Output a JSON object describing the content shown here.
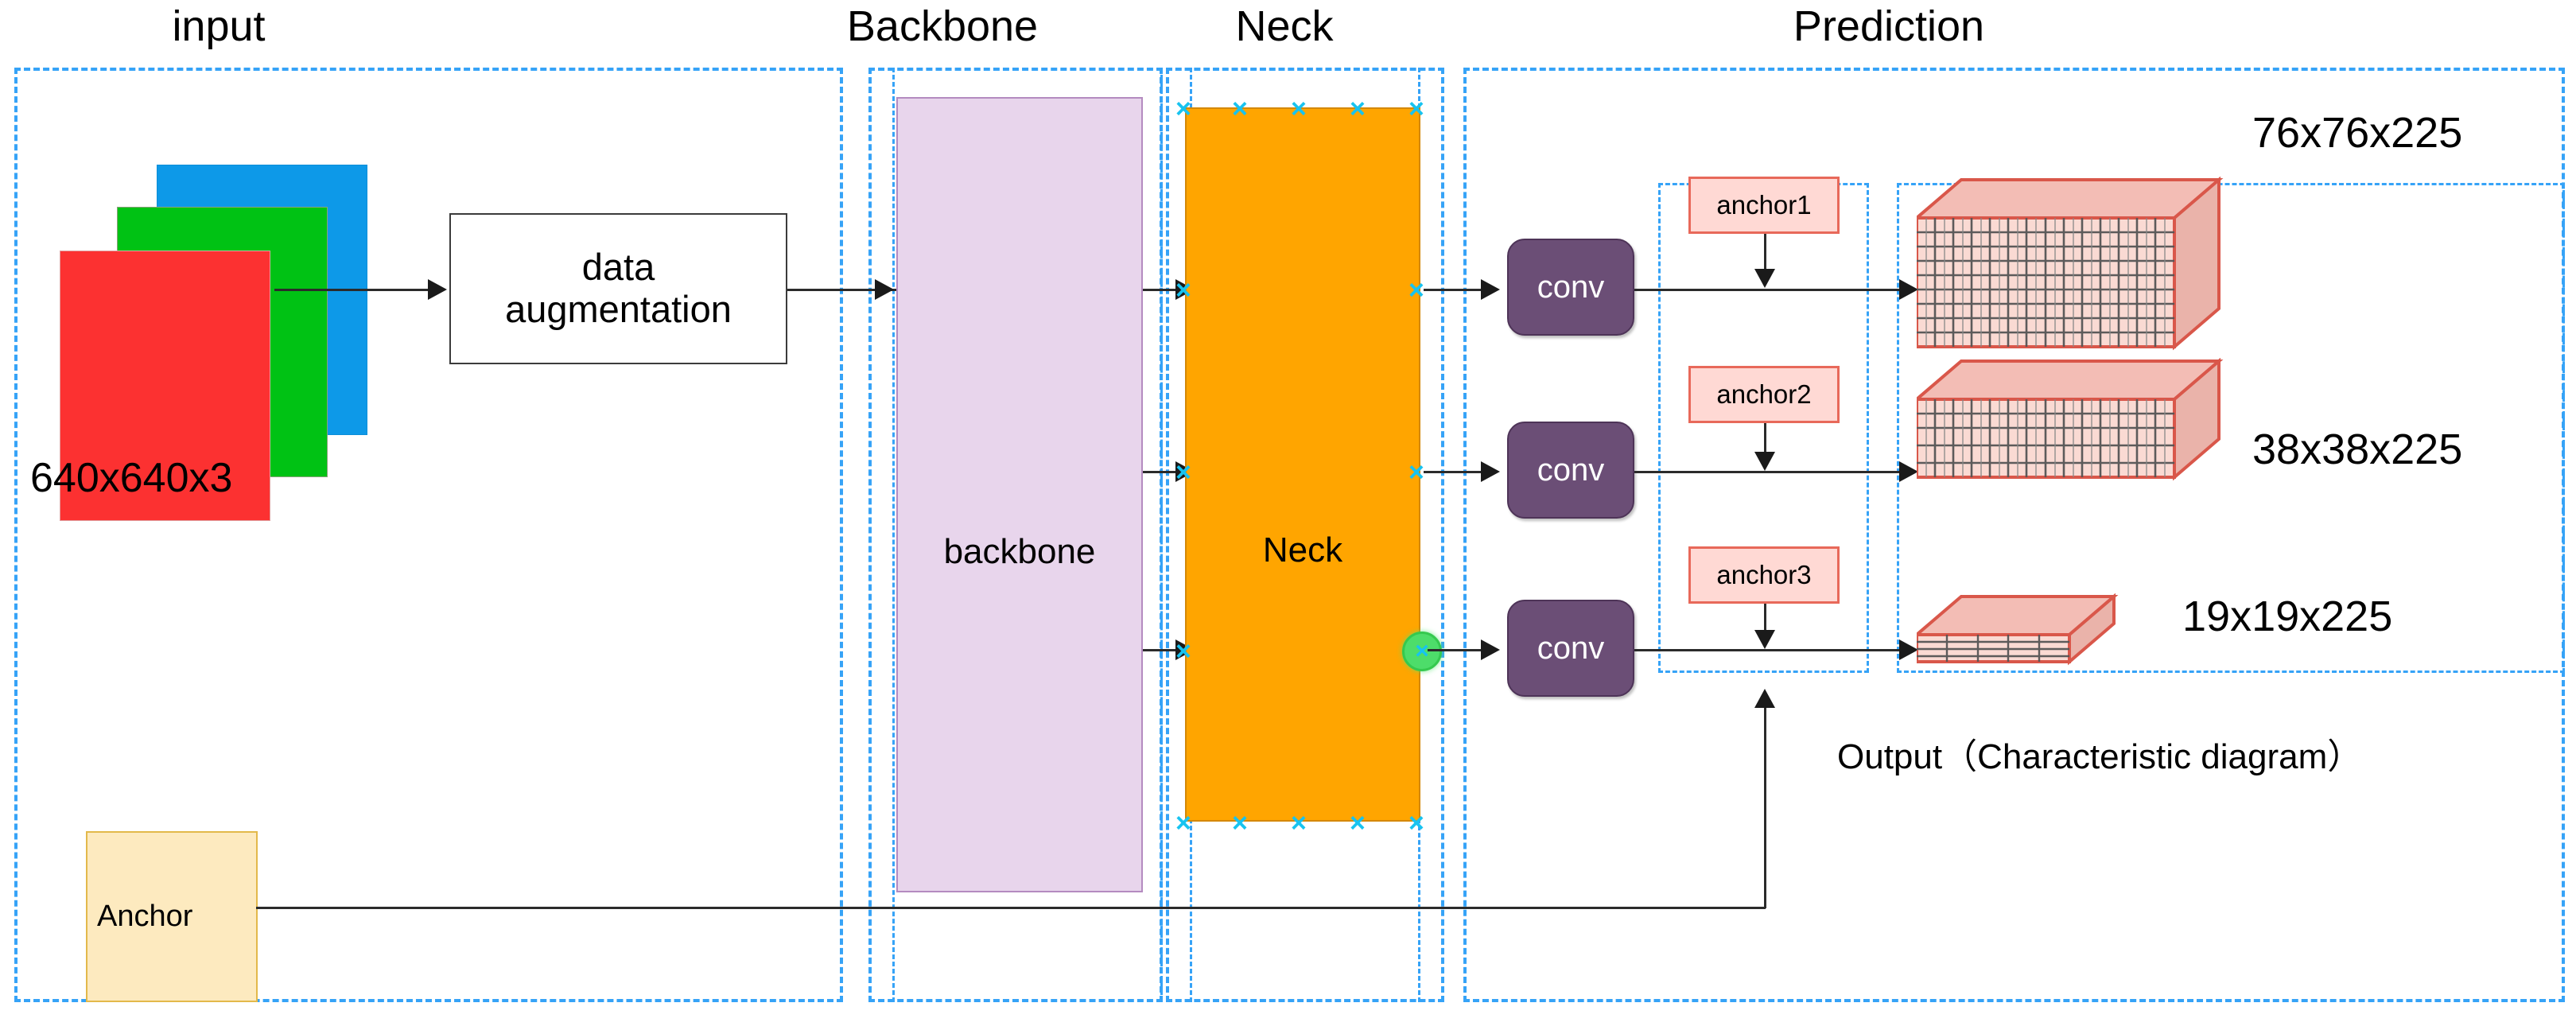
{
  "diagram": {
    "title": "YOLO-style object detection network architecture",
    "sections": [
      {
        "id": "input",
        "label": "input"
      },
      {
        "id": "backbone",
        "label": "Backbone"
      },
      {
        "id": "neck",
        "label": "Neck"
      },
      {
        "id": "prediction",
        "label": "Prediction"
      }
    ],
    "input": {
      "image_planes": [
        "blue",
        "green",
        "red"
      ],
      "input_size_label": "640x640x3",
      "data_augmentation": {
        "line1": "data",
        "line2": "augmentation"
      }
    },
    "backbone": {
      "block_label": "backbone"
    },
    "neck": {
      "block_label": "Neck",
      "handle_glyph": "×",
      "handle_count_per_edge": 5
    },
    "prediction": {
      "conv_blocks": [
        {
          "label": "conv"
        },
        {
          "label": "conv"
        },
        {
          "label": "conv"
        }
      ],
      "anchors": [
        {
          "label": "anchor1"
        },
        {
          "label": "anchor2"
        },
        {
          "label": "anchor3"
        }
      ],
      "outputs": [
        {
          "shape_label": "76x76x225",
          "kind": "deep-cube",
          "grid_cols": 14,
          "grid_rows": 9
        },
        {
          "shape_label": "38x38x225",
          "kind": "medium-cube",
          "grid_cols": 14,
          "grid_rows": 5
        },
        {
          "shape_label": "19x19x225",
          "kind": "flat-slab",
          "grid_cols": 5,
          "grid_rows": 4
        }
      ],
      "output_caption": "Output（Characteristic diagram）"
    },
    "anchor_source": {
      "label": "Anchor"
    },
    "colors": {
      "dashed_border": "#36a3f7",
      "backbone_fill": "#e8d5ec",
      "neck_fill": "#ffa500",
      "conv_fill": "#6b4e76",
      "anchor_small_fill": "#ffd9d4",
      "anchor_small_border": "#e8695a",
      "anchor_big_fill": "#fdeabf",
      "anchor_big_border": "#e3b94b",
      "cube_front": "#fadad3",
      "cube_top": "#f3bdb5",
      "cube_side": "#eab3aa",
      "cube_edge": "#d9574a",
      "plane_blue": "#0d99e8",
      "plane_green": "#00c214",
      "plane_red": "#fc3131",
      "handle_cyan": "#17c3f0",
      "connector_green": "#4ddd6a",
      "line": "#2b2b2b"
    }
  }
}
